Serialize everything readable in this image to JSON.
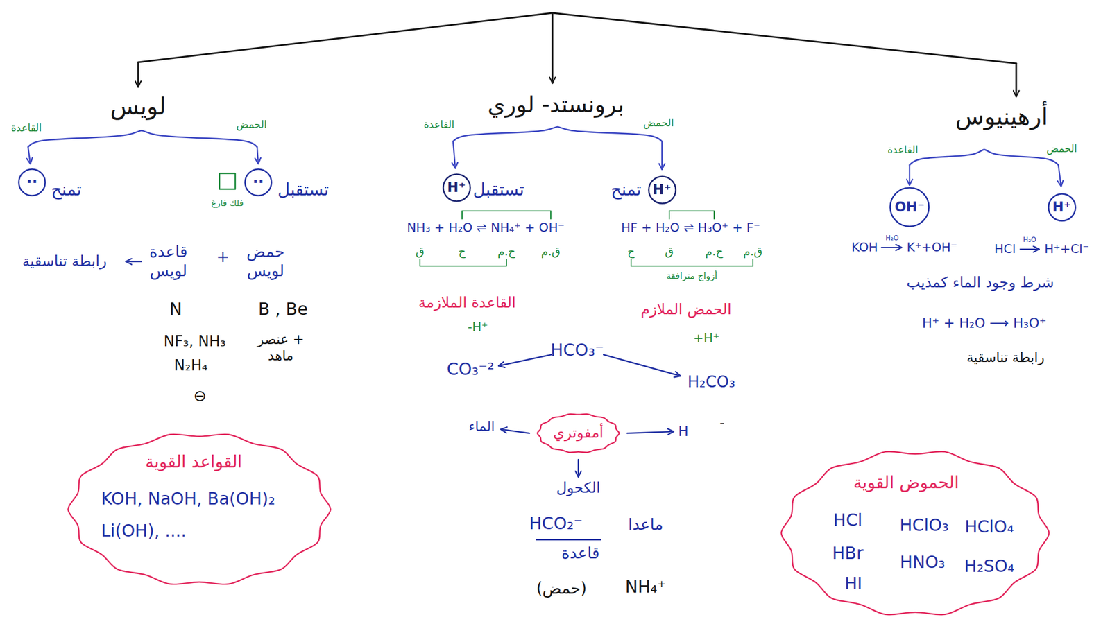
{
  "diagram": {
    "nodes": [
      {
        "text": [
          "··"
        ]
      },
      {
        "text": [
          "··"
        ]
      },
      {
        "text": [
          "H⁺"
        ]
      },
      {
        "text": [
          "H⁺"
        ]
      },
      {
        "text": [
          "H⁺"
        ]
      },
      {
        "text": [
          "OH⁻"
        ]
      },
      {
        "text": [
          "القواعد القوية",
          "KOH, NaOH, Ba(OH)₂ Li(OH), ...."
        ]
      },
      {
        "text": [
          "أمفوتري"
        ]
      },
      {
        "text": [
          "الحموض القوية",
          "HCl",
          "HClO₃",
          "HClO₄",
          "HBr",
          "HNO₃",
          "H₂SO₄",
          "HI"
        ]
      }
    ],
    "labels": [
      "لويس",
      "برونستد- لوري",
      "أرهينيوس",
      "القاعدة",
      "الحمض",
      "تمنح",
      "فلك فارغ",
      "تستقبل",
      "حمض لويس",
      "+",
      "قاعدة لويس",
      "رابطة تناسقية",
      "N",
      "B , Be",
      "NF₃, NH₃",
      "+ عنصر ماهد",
      "N₂H₄",
      "⊖",
      "القاعدة",
      "الحمض",
      "تستقبل",
      "تمنح",
      "NH₃ + H₂O ⇌ NH₄⁺ + OH⁻",
      "ق",
      "ح",
      "ح.م",
      "ق.م",
      "HF + H₂O ⇌ H₃O⁺ + F⁻",
      "ح",
      "ق",
      "ح.م",
      "ق.م",
      "أزواج مترافقة",
      "القاعدة الملازمة",
      "-H⁺",
      "الحمض الملازم",
      "+H⁺",
      "HCO₃⁻",
      "CO₃⁻²",
      "H₂CO₃",
      "الماء",
      "H",
      "-",
      "الكحول",
      "HCO₂⁻",
      "ماعدا",
      "قاعدة",
      "(حمض)",
      "NH₄⁺",
      "القاعدة",
      "الحمض",
      "KOH",
      "H₂O",
      "K⁺+OH⁻",
      "HCl",
      "H₂O",
      "H⁺+Cl⁻",
      "شرط وجود الماء كمذيب",
      "H⁺ + H₂O ⟶ H₃O⁺",
      "رابطة تناسقية"
    ]
  }
}
